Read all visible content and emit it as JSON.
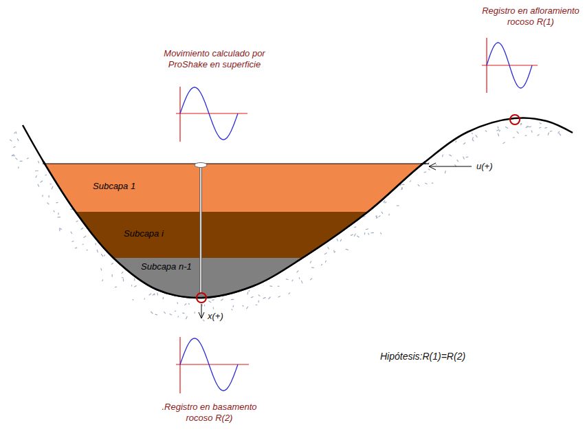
{
  "diagram": {
    "nodes": [
      {
        "text": [
          "Subcapa 1"
        ]
      },
      {
        "text": [
          "Subcapa i"
        ]
      },
      {
        "text": [
          "Subcapa n-1"
        ]
      }
    ],
    "labels": [
      "Movimiento calculado por ProShake en superficie",
      "Registro en afloramiento rocoso R(1)",
      "u(+)",
      "Hipótesis:R(1)=R(2)",
      "x(+)",
      ".Registro en basamento rocoso R(2)"
    ]
  }
}
